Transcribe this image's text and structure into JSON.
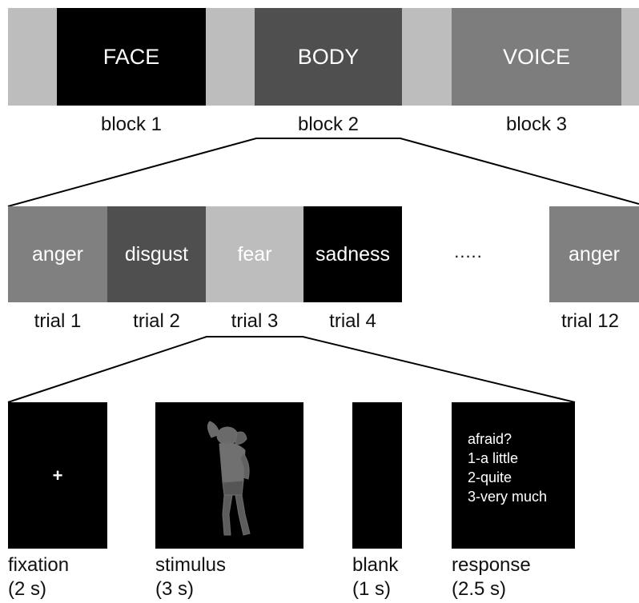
{
  "blocks": [
    {
      "label": "FACE",
      "caption": "block 1",
      "color": "#000000"
    },
    {
      "label": "BODY",
      "caption": "block 2",
      "color": "#4f4f4f"
    },
    {
      "label": "VOICE",
      "caption": "block 3",
      "color": "#7d7d7d"
    }
  ],
  "block_gap_color": "#bdbdbd",
  "trials": [
    {
      "label": "anger",
      "caption": "trial 1",
      "color": "#808080"
    },
    {
      "label": "disgust",
      "caption": "trial 2",
      "color": "#4f4f4f"
    },
    {
      "label": "fear",
      "caption": "trial 3",
      "color": "#bdbdbd"
    },
    {
      "label": "sadness",
      "caption": "trial 4",
      "color": "#000000"
    },
    {
      "label": "anger",
      "caption": "trial 12",
      "color": "#808080"
    }
  ],
  "ellipsis": ".....",
  "phases": [
    {
      "name": "fixation",
      "duration": "(2 s)",
      "content": "+"
    },
    {
      "name": "stimulus",
      "duration": "(3 s)"
    },
    {
      "name": "blank",
      "duration": "(1 s)"
    },
    {
      "name": "response",
      "duration": "(2.5 s)",
      "lines": [
        "afraid?",
        "1-a little",
        "2-quite",
        "3-very much"
      ]
    }
  ]
}
